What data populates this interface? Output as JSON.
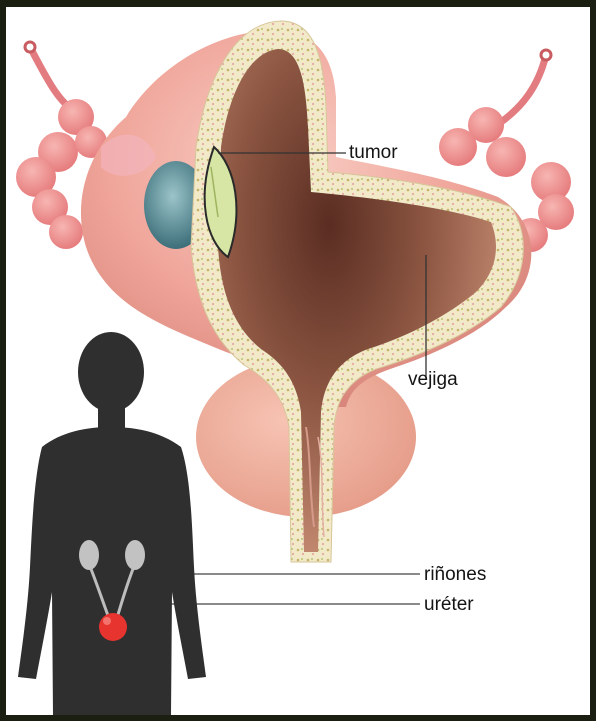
{
  "labels": {
    "tumor": "tumor",
    "bladder": "vejiga",
    "kidneys": "riñones",
    "ureter": "uréter"
  },
  "colors": {
    "frame": "#1b1f12",
    "background": "#ffffff",
    "bladder_outer": "#f0a79a",
    "bladder_interior": "#7a4a38",
    "wall": "#efe6c4",
    "tumor": "#d9e7a8",
    "silhouette": "#2f2f2f",
    "organ_highlight": "#e8342f"
  }
}
